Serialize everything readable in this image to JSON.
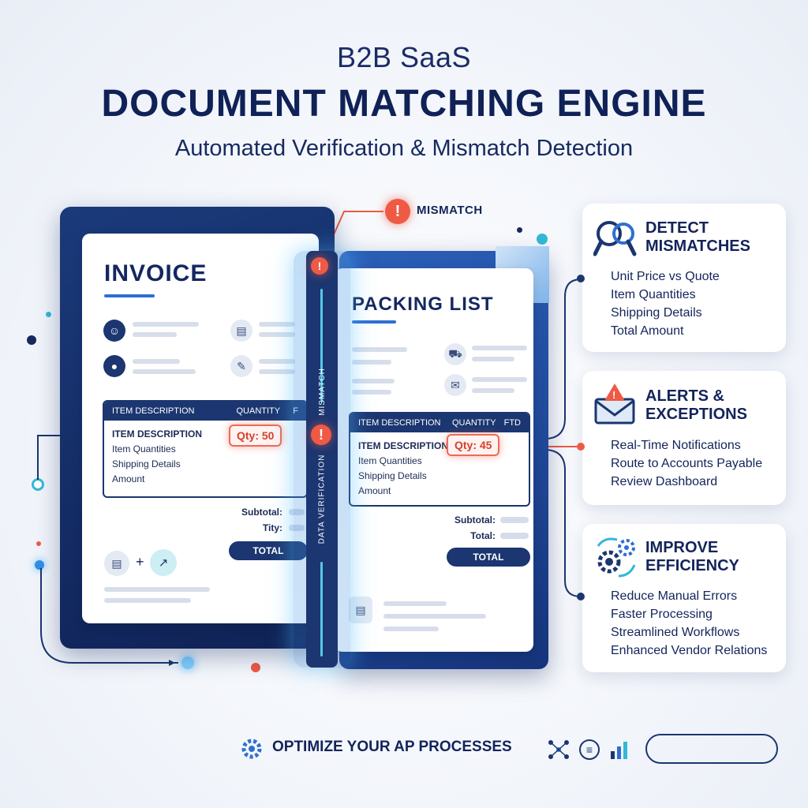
{
  "header": {
    "subtitle": "B2B SaaS",
    "title": "DOCUMENT MATCHING ENGINE",
    "tagline": "Automated Verification & Mismatch Detection"
  },
  "invoice": {
    "title": "INVOICE",
    "table_headers": [
      "ITEM DESCRIPTION",
      "QUANTITY",
      "F"
    ],
    "rows": [
      "ITEM DESCRIPTION",
      "Item Quantities",
      "Shipping Details",
      "Amount"
    ],
    "qty_badge": "Qty: 50",
    "subtotal_label": "Subtotal:",
    "tity_label": "Tity:",
    "total_label": "TOTAL"
  },
  "verification": {
    "mismatch_vertical": "MISMATCH",
    "data_verification": "DATA VERIFICATION",
    "callout_label": "MISMATCH",
    "warn_symbol": "!"
  },
  "packing_list": {
    "title": "PACKING LIST",
    "table_headers": [
      "ITEM DESCRIPTION",
      "QUANTITY",
      "FTD"
    ],
    "rows": [
      "ITEM DESCRIPTION",
      "Item Quantities",
      "Shipping Details",
      "Amount"
    ],
    "qty_badge": "Qty: 45",
    "subtotal_label": "Subtotal:",
    "total_small_label": "Total:",
    "total_label": "TOTAL"
  },
  "cards": [
    {
      "title_line1": "DETECT",
      "title_line2": "MISMATCHES",
      "icon": "magnifier-icon",
      "items": [
        "Unit Price vs Quote",
        "Item Quantities",
        "Shipping Details",
        "Total Amount"
      ]
    },
    {
      "title_line1": "ALERTS &",
      "title_line2": "EXCEPTIONS",
      "icon": "alert-envelope-icon",
      "items": [
        "Real-Time Notifications",
        "Route to Accounts Payable",
        "Review Dashboard"
      ]
    },
    {
      "title_line1": "IMPROVE",
      "title_line2": "EFFICIENCY",
      "icon": "gears-icon",
      "items": [
        "Reduce Manual Errors",
        "Faster Processing",
        "Streamlined Workflows",
        "Enhanced Vendor Relations"
      ]
    }
  ],
  "footer": {
    "label": "OPTIMIZE YOUR AP PROCESSES"
  },
  "colors": {
    "navy": "#1b3670",
    "accent_red": "#ef5a45",
    "accent_cyan": "#33b8d8",
    "accent_blue": "#2f6fd0"
  }
}
